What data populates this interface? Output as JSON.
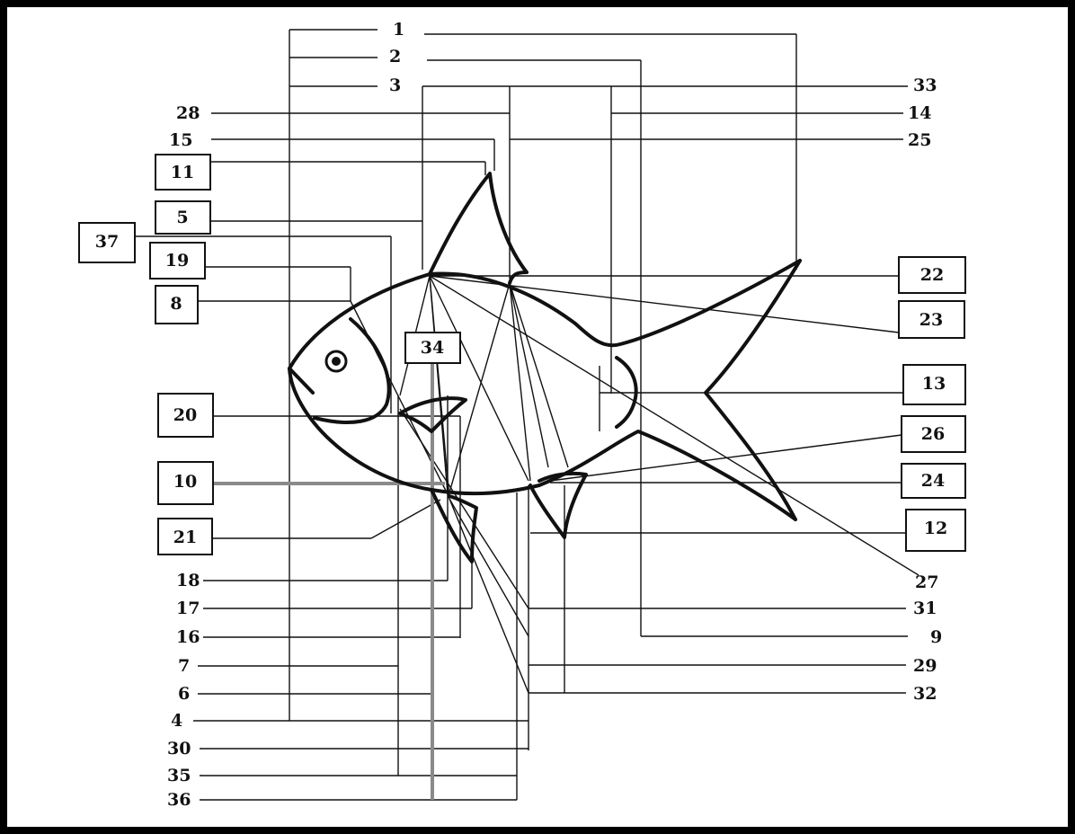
{
  "labels": {
    "l1": "1",
    "l2": "2",
    "l3": "3",
    "l4": "4",
    "l5": "5",
    "l6": "6",
    "l7": "7",
    "l8": "8",
    "l9": "9",
    "l10": "10",
    "l11": "11",
    "l12": "12",
    "l13": "13",
    "l14": "14",
    "l15": "15",
    "l16": "16",
    "l17": "17",
    "l18": "18",
    "l19": "19",
    "l20": "20",
    "l21": "21",
    "l22": "22",
    "l23": "23",
    "l24": "24",
    "l25": "25",
    "l26": "26",
    "l27": "27",
    "l28": "28",
    "l29": "29",
    "l30": "30",
    "l31": "31",
    "l32": "32",
    "l33": "33",
    "l34": "34",
    "l35": "35",
    "l36": "36",
    "l37": "37"
  }
}
